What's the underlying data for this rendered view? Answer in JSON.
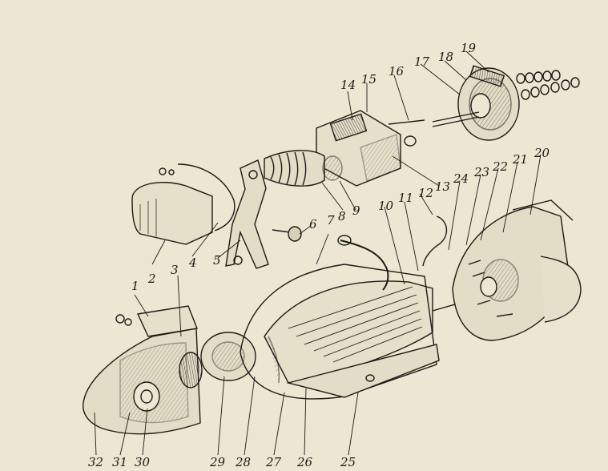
{
  "diagram": {
    "type": "exploded-view",
    "callouts": [
      "1",
      "2",
      "3",
      "4",
      "5",
      "6",
      "7",
      "8",
      "9",
      "10",
      "11",
      "12",
      "13",
      "14",
      "15",
      "16",
      "17",
      "18",
      "19",
      "20",
      "21",
      "22",
      "23",
      "24",
      "25",
      "26",
      "27",
      "28",
      "29",
      "30",
      "31",
      "32"
    ]
  },
  "colors": {
    "paper": "#ece6d3",
    "ink": "#1c1a16",
    "hatch": "#3a352c"
  }
}
